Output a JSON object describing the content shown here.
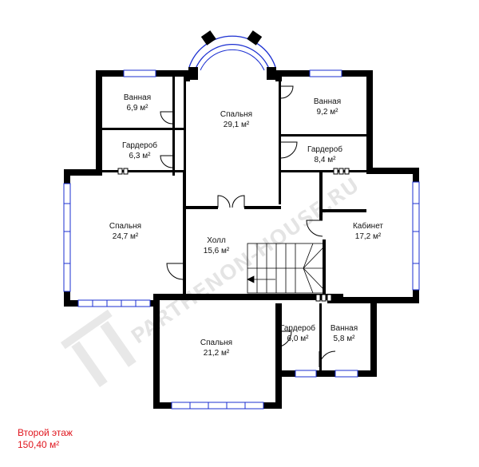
{
  "rooms": [
    {
      "id": "bath-1",
      "name": "Ванная",
      "area": "6,9 м²"
    },
    {
      "id": "bedroom-1",
      "name": "Спальня",
      "area": "29,1 м²"
    },
    {
      "id": "bath-2",
      "name": "Ванная",
      "area": "9,2 м²"
    },
    {
      "id": "wardrobe-1",
      "name": "Гардероб",
      "area": "6,3 м²"
    },
    {
      "id": "wardrobe-2",
      "name": "Гардероб",
      "area": "8,4 м²"
    },
    {
      "id": "bedroom-2",
      "name": "Спальня",
      "area": "24,7 м²"
    },
    {
      "id": "hall",
      "name": "Холл",
      "area": "15,6 м²"
    },
    {
      "id": "study",
      "name": "Кабинет",
      "area": "17,2 м²"
    },
    {
      "id": "wardrobe-3",
      "name": "Гардероб",
      "area": "6,0 м²"
    },
    {
      "id": "bath-3",
      "name": "Ванная",
      "area": "5,8 м²"
    },
    {
      "id": "bedroom-3",
      "name": "Спальня",
      "area": "21,2 м²"
    }
  ],
  "floor": {
    "title": "Второй этаж",
    "total_area": "150,40 м²"
  },
  "watermark": {
    "text": "PARTHENON-HOUSE.RU"
  },
  "colors": {
    "wall": "#000000",
    "window": "#1b2fd1",
    "caption": "#e0161e",
    "watermark": "#d9d9d9"
  }
}
